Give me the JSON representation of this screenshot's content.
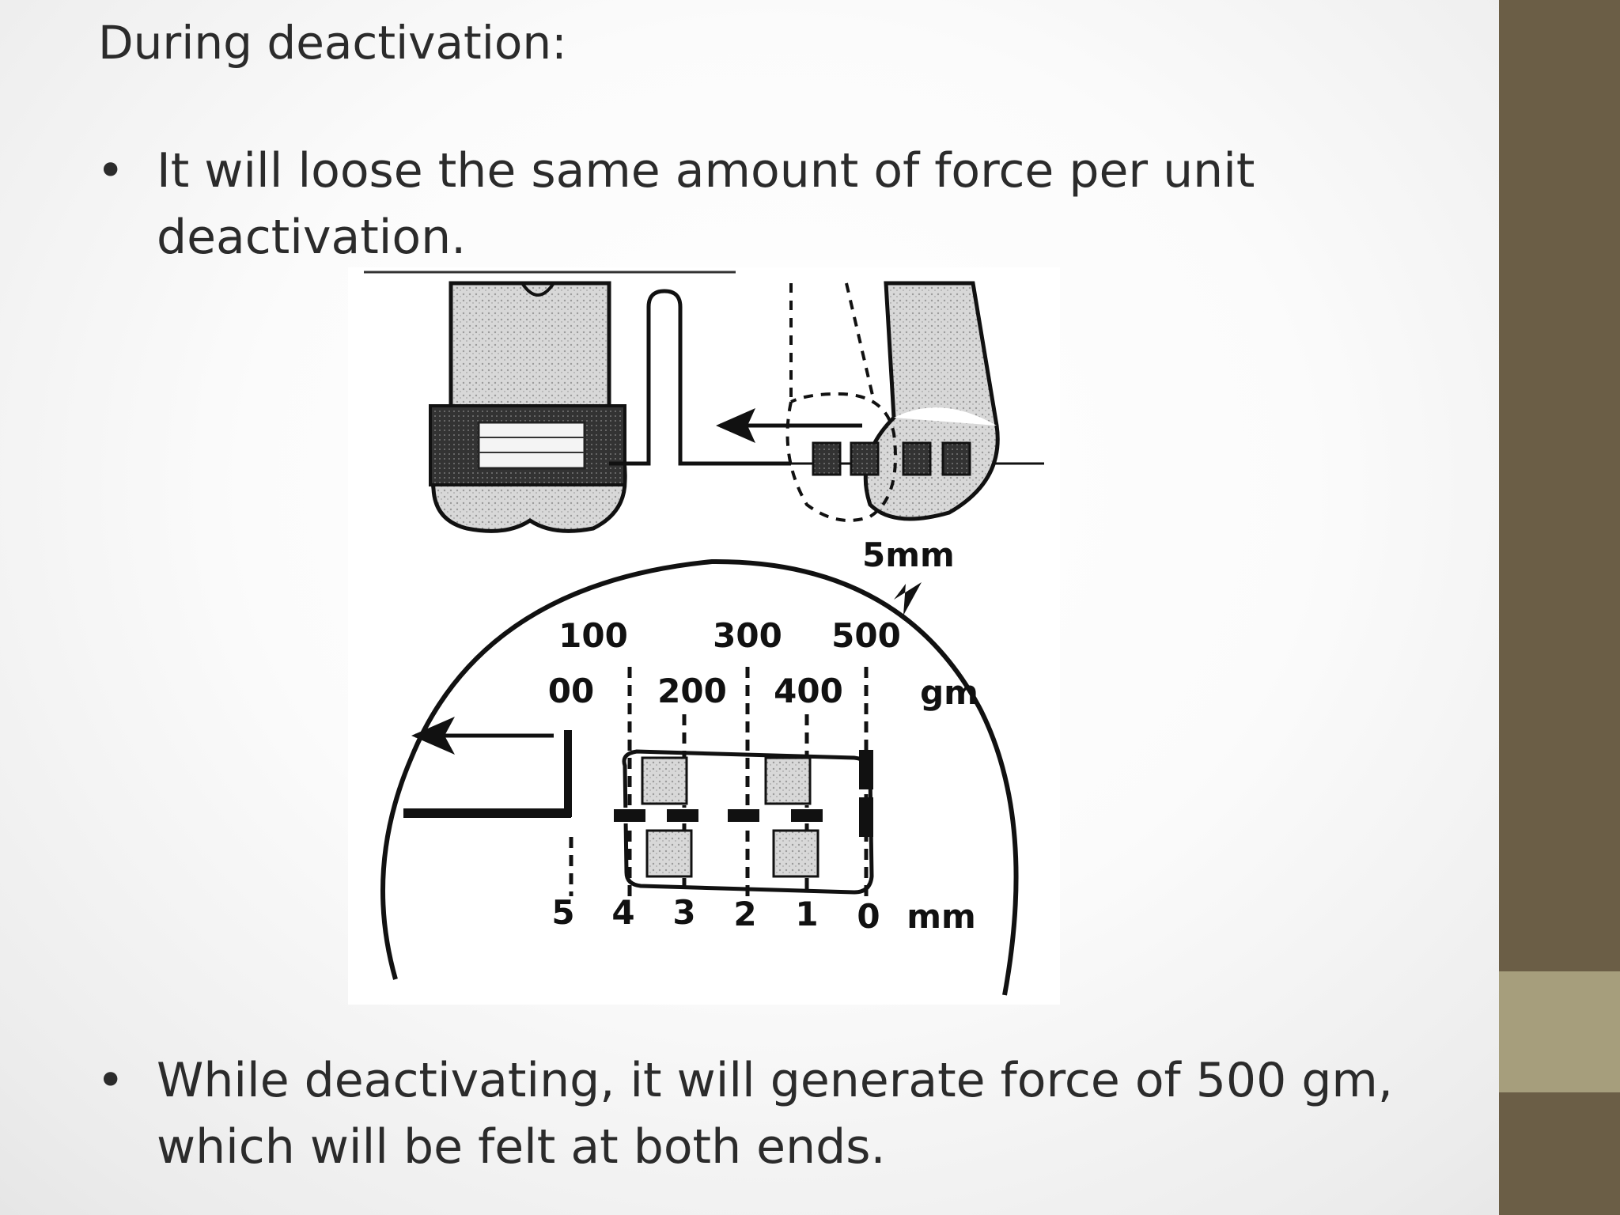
{
  "slide": {
    "heading": "During deactivation:",
    "bullets": [
      {
        "marker": "•",
        "lines": [
          "It will loose the same amount of force per unit",
          "deactivation."
        ]
      },
      {
        "marker": "•",
        "lines": [
          "While deactivating, it will generate force of 500 gm,",
          "which will be felt at both ends."
        ]
      }
    ]
  },
  "figure": {
    "distance_label": "5mm",
    "force_ticks_top": [
      "100",
      "300",
      "500"
    ],
    "force_ticks_bottom": [
      "00",
      "200",
      "400"
    ],
    "force_unit": "gm",
    "mm_ticks": [
      "5",
      "4",
      "3",
      "2",
      "1",
      "0"
    ],
    "mm_unit": "mm"
  },
  "theme": {
    "sidebar_color": "#6b5e46",
    "sidebar_accent": "#a69e7c",
    "text_color": "#2b2b2b"
  }
}
